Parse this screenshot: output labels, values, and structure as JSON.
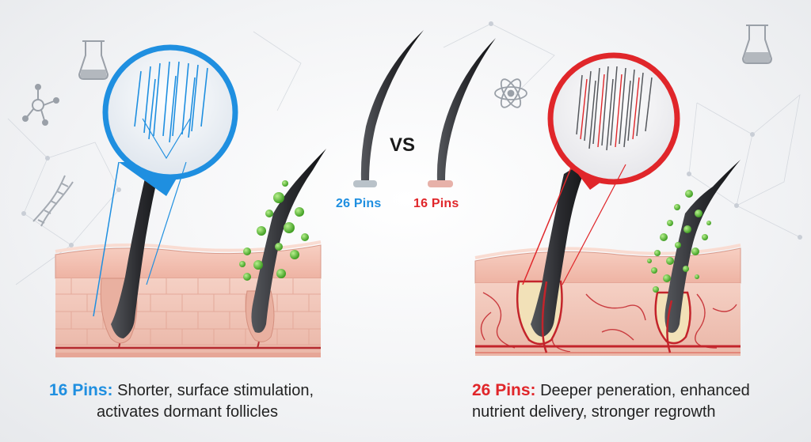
{
  "center": {
    "vs": "VS",
    "left_pin_label": "26 Pins",
    "right_pin_label": "16 Pins"
  },
  "captions": {
    "left": {
      "lead": "16 Pins:",
      "line1": "Shorter, surface stimulation,",
      "line2": "activates dormant follicles"
    },
    "right": {
      "lead": "26 Pins:",
      "line1": "Deeper peneration, enhanced",
      "line2": "nutrient delivery, stronger regrowth"
    }
  },
  "colors": {
    "blue": "#1f8fe0",
    "red": "#e0262a",
    "skin": "#f2c1b3",
    "dermis": "#f6d3c6",
    "hair": "#2e2f33",
    "nutrient": "#5cc23a",
    "vessel": "#c3242b"
  },
  "icons": [
    "flask-icon",
    "molecule-icon",
    "dna-icon",
    "atom-icon"
  ]
}
